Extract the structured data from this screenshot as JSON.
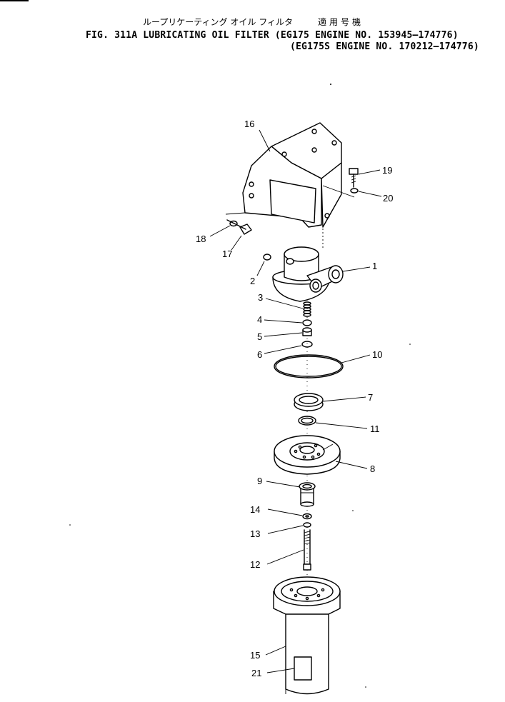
{
  "header": {
    "japanese_title": "ループリケーティング オイル フィルタ",
    "japanese_applicability": "適用号機",
    "line1": "FIG. 311A  LUBRICATING  OIL  FILTER  (EG175    ENGINE  NO.  153945—174776)",
    "line2": "(EG175S  ENGINE  NO.  170212—174776)"
  },
  "callouts": {
    "c1": "1",
    "c2": "2",
    "c3": "3",
    "c4": "4",
    "c5": "5",
    "c6": "6",
    "c7": "7",
    "c8": "8",
    "c9": "9",
    "c10": "10",
    "c11": "11",
    "c12": "12",
    "c13": "13",
    "c14": "14",
    "c15": "15",
    "c16": "16",
    "c17": "17",
    "c18": "18",
    "c19": "19",
    "c20": "20",
    "c21": "21"
  }
}
